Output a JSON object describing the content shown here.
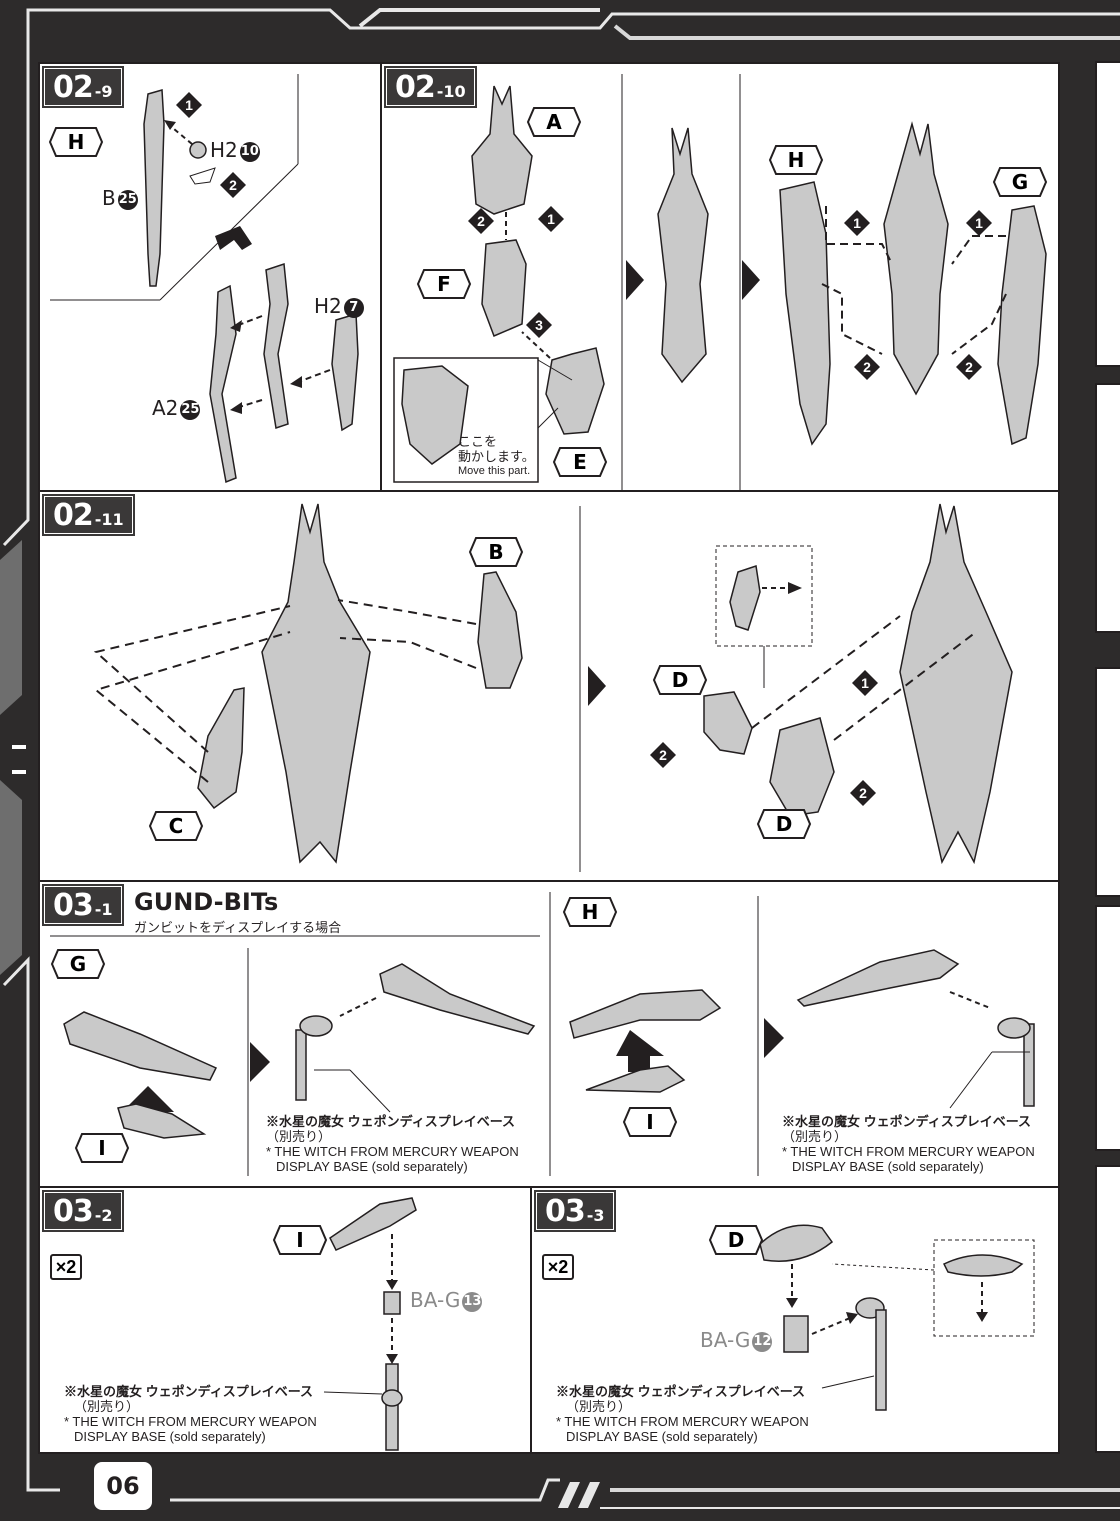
{
  "page_number": "06",
  "steps": {
    "s02_9": {
      "main": "02",
      "sub": "-9"
    },
    "s02_10": {
      "main": "02",
      "sub": "-10"
    },
    "s02_11": {
      "main": "02",
      "sub": "-11"
    },
    "s03_1": {
      "main": "03",
      "sub": "-1"
    },
    "s03_2": {
      "main": "03",
      "sub": "-2"
    },
    "s03_3": {
      "main": "03",
      "sub": "-3"
    }
  },
  "labels": {
    "H": "H",
    "A": "A",
    "F": "F",
    "E": "E",
    "G": "G",
    "B": "B",
    "C": "C",
    "D": "D",
    "I": "I"
  },
  "parts": {
    "h2_10": {
      "name": "H2",
      "num": "10"
    },
    "b_25": {
      "name": "B",
      "num": "25"
    },
    "h2_7": {
      "name": "H2",
      "num": "7"
    },
    "a2_25": {
      "name": "A2",
      "num": "25"
    },
    "bag_13": {
      "name": "BA-G",
      "num": "13"
    },
    "bag_12": {
      "name": "BA-G",
      "num": "12"
    }
  },
  "order_marks": [
    "1",
    "2",
    "3"
  ],
  "move_note": {
    "jp": "ここを\n動かします。",
    "en": "Move this part."
  },
  "section_title": "GUND-BITs",
  "section_subtitle": "ガンビットをディスプレイする場合",
  "display_base_note": {
    "jp_line1": "※水星の魔女 ウェポンディスプレイベース",
    "jp_line2": "（別売り）",
    "en_line1": "* THE WITCH FROM MERCURY WEAPON",
    "en_line2": "DISPLAY BASE (sold separately)"
  },
  "multiplier": "×2"
}
